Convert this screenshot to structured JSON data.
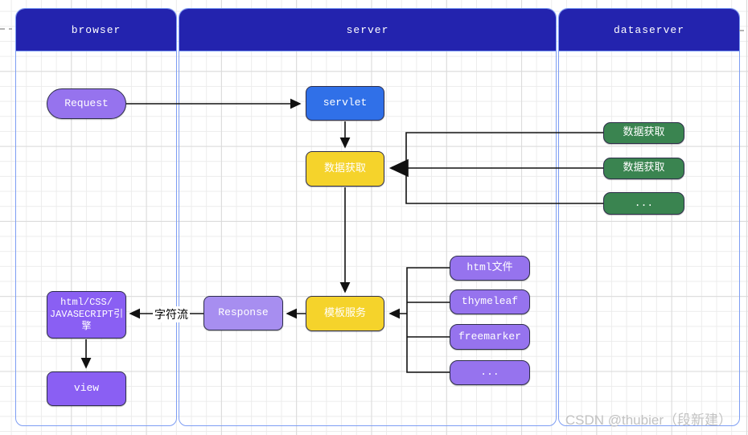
{
  "diagram_title": "browser-server-dataserver request flow",
  "lanes": [
    {
      "label": "browser"
    },
    {
      "label": "server"
    },
    {
      "label": "dataserver"
    }
  ],
  "nodes": {
    "request": "Request",
    "servlet": "servlet",
    "data_fetch": "数据获取",
    "template_service": "模板服务",
    "response": "Response",
    "engine": "html/CSS/\nJAVASECRIPT引\n擎",
    "view": "view",
    "ds_fetch_1": "数据获取",
    "ds_fetch_2": "数据获取",
    "ds_fetch_3": "...",
    "tpl_html_file": "html文件",
    "tpl_thymeleaf": "thymeleaf",
    "tpl_freemarker": "freemarker",
    "tpl_dots": "..."
  },
  "edge_labels": {
    "char_stream": "字符流"
  },
  "edges": [
    {
      "from": "request",
      "to": "servlet"
    },
    {
      "from": "servlet",
      "to": "data_fetch"
    },
    {
      "from": "ds_fetch_group",
      "to": "data_fetch"
    },
    {
      "from": "data_fetch",
      "to": "template_service"
    },
    {
      "from": "template_group",
      "to": "template_service"
    },
    {
      "from": "template_service",
      "to": "response"
    },
    {
      "from": "response",
      "to": "engine",
      "label": "字符流"
    },
    {
      "from": "engine",
      "to": "view"
    }
  ],
  "watermark": "CSDN @thubier（段新建）",
  "colors": {
    "lane_header": "#2323AE",
    "lane_border": "#7D9DF3",
    "servlet_blue": "#3070E8",
    "service_yellow": "#F5D32B",
    "dataserver_green": "#3A8450",
    "purple": "#9673EE",
    "purple_light": "#A78EF0",
    "purple_deep": "#8A5FF3",
    "arrow_black": "#111111",
    "watermark_gray": "#C2C2C2"
  }
}
